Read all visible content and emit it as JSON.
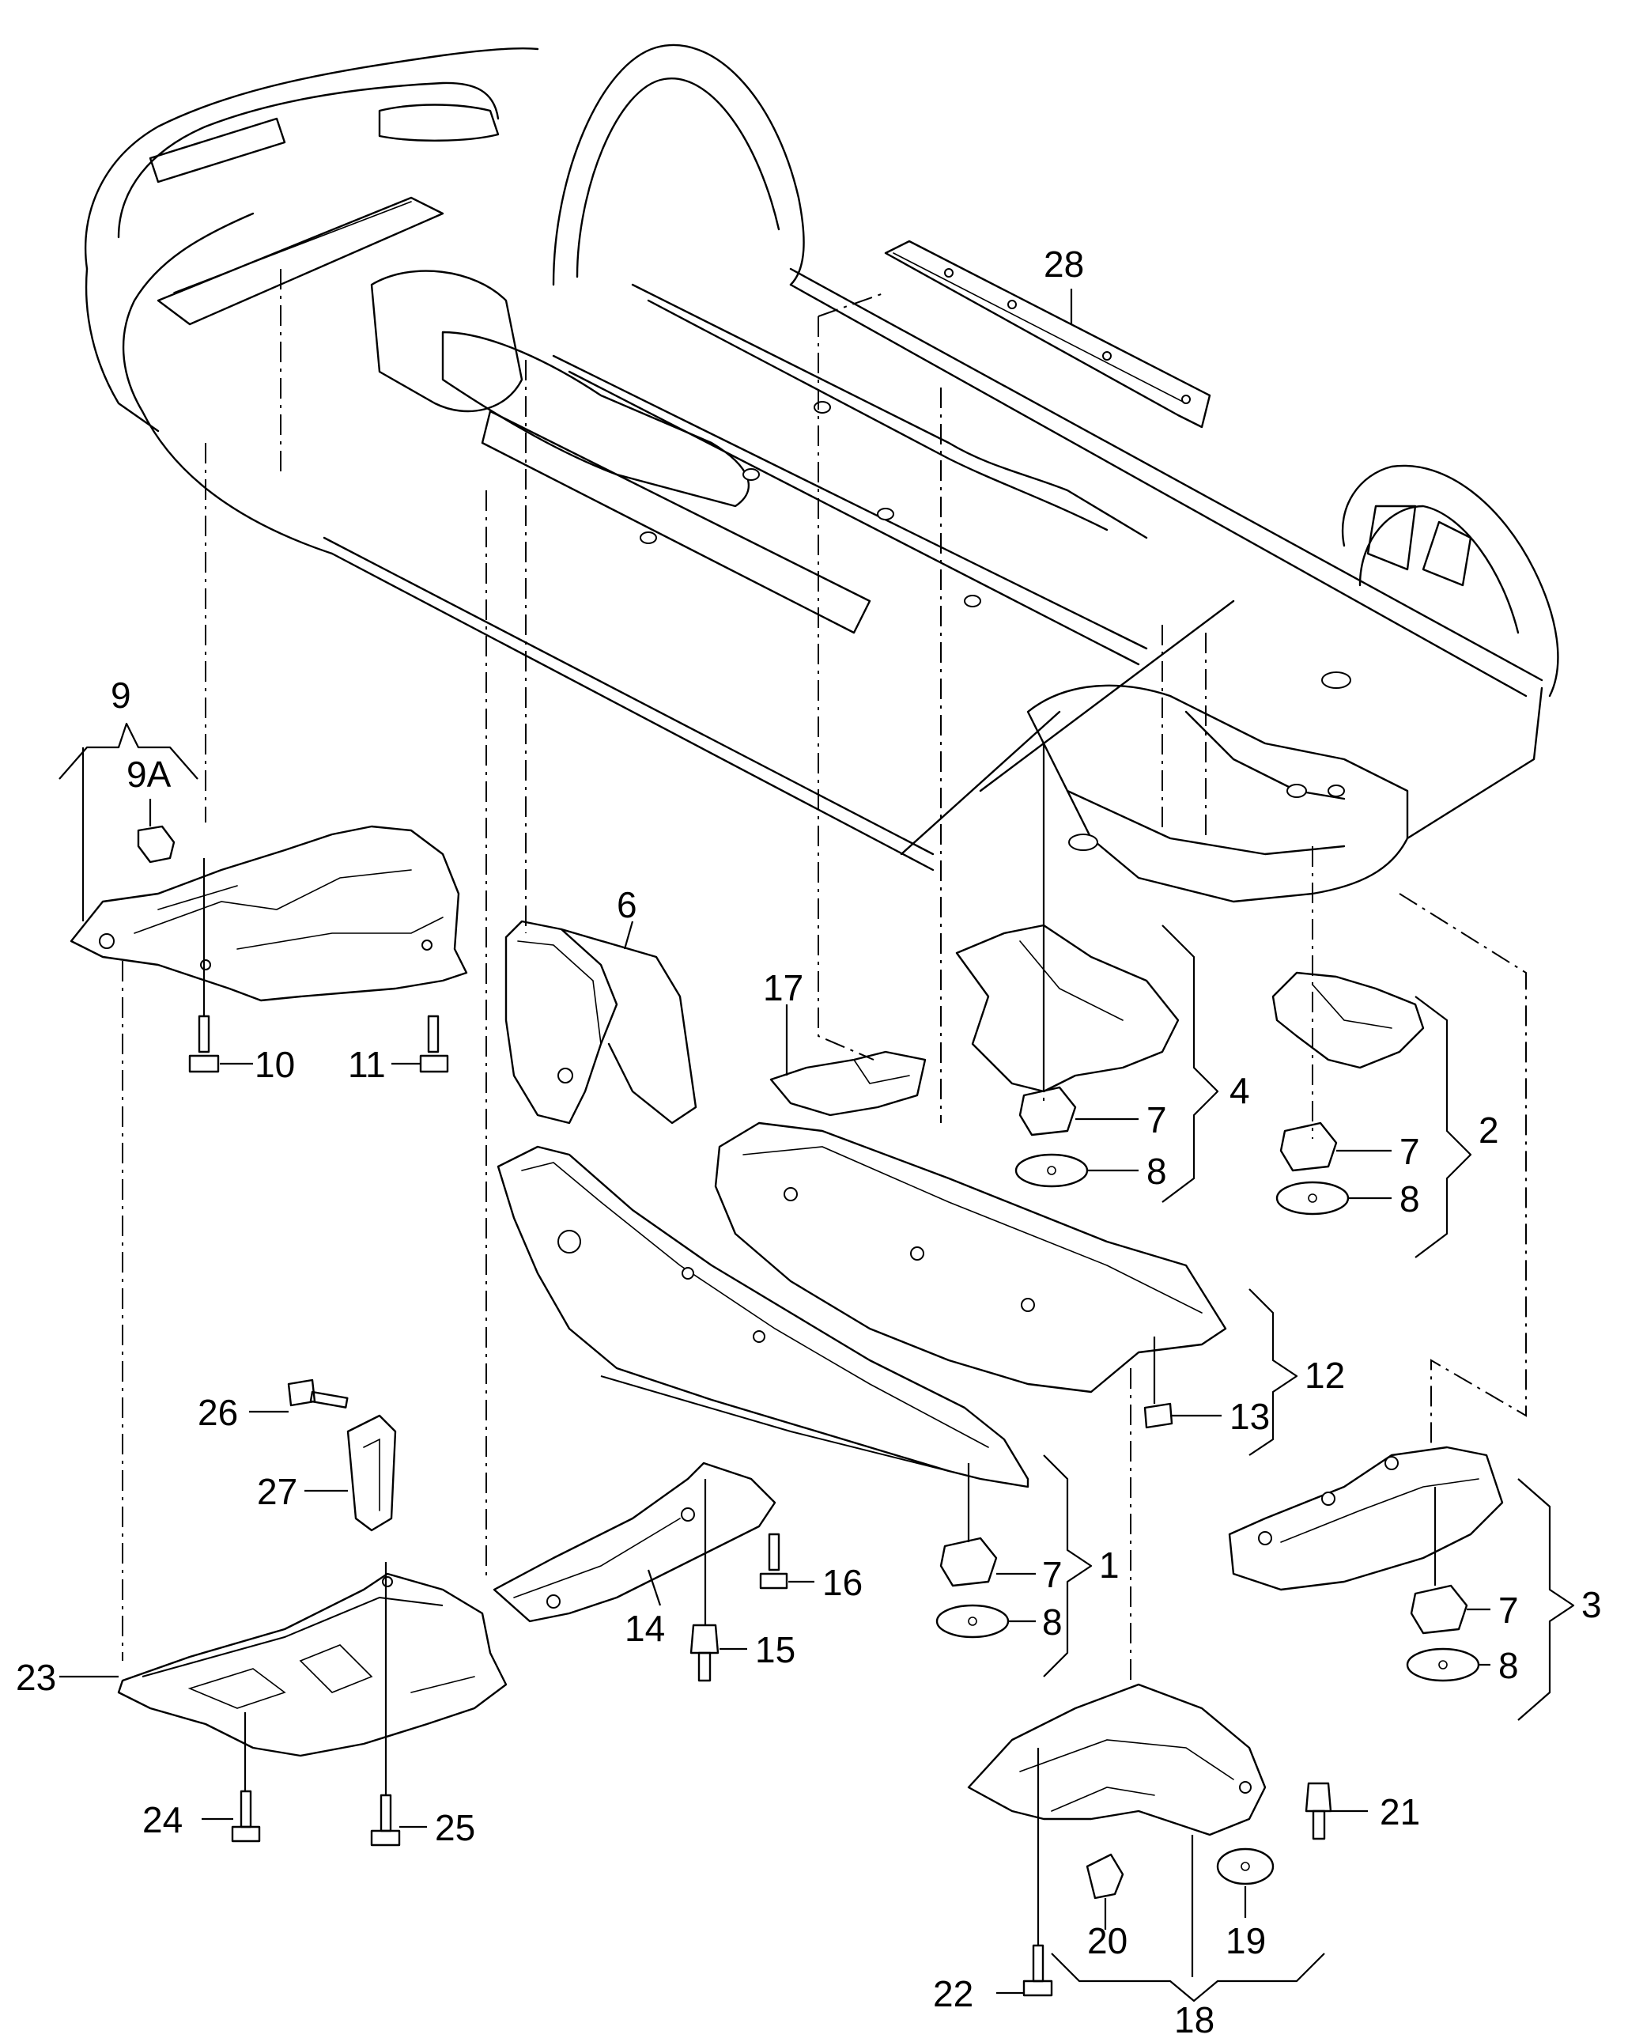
{
  "diagram": {
    "callouts": [
      "1",
      "2",
      "3",
      "4",
      "6",
      "7",
      "8",
      "9",
      "9A",
      "10",
      "11",
      "12",
      "13",
      "14",
      "15",
      "16",
      "17",
      "18",
      "19",
      "20",
      "21",
      "22",
      "23",
      "24",
      "25",
      "26",
      "27",
      "28"
    ],
    "labels": {
      "l1": "1",
      "l2": "2",
      "l3": "3",
      "l4": "4",
      "l6": "6",
      "l7a": "7",
      "l7b": "7",
      "l7c": "7",
      "l7d": "7",
      "l8a": "8",
      "l8b": "8",
      "l8c": "8",
      "l8d": "8",
      "l9": "9",
      "l9a": "9A",
      "l10": "10",
      "l11": "11",
      "l12": "12",
      "l13": "13",
      "l14": "14",
      "l15": "15",
      "l16": "16",
      "l17": "17",
      "l18": "18",
      "l19": "19",
      "l20": "20",
      "l21": "21",
      "l22": "22",
      "l23": "23",
      "l24": "24",
      "l25": "25",
      "l26": "26",
      "l27": "27",
      "l28": "28"
    }
  }
}
